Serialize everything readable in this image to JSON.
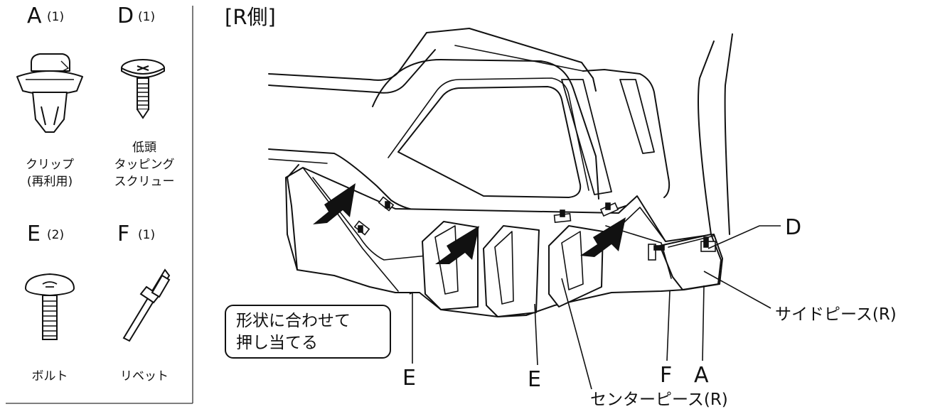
{
  "section_title": "[R側]",
  "parts": [
    {
      "letter": "A",
      "qty": "(1)",
      "label_lines": [
        "クリップ",
        "(再利用)"
      ]
    },
    {
      "letter": "D",
      "qty": "(1)",
      "label_lines": [
        "低頭",
        "タッピング",
        "スクリュー"
      ]
    },
    {
      "letter": "E",
      "qty": "(2)",
      "label_lines": [
        "ボルト"
      ]
    },
    {
      "letter": "F",
      "qty": "(1)",
      "label_lines": [
        "リベット"
      ]
    }
  ],
  "note_lines": [
    "形状に合わせて",
    "押し当てる"
  ],
  "callouts": {
    "d": "D",
    "side_piece": "サイドピース(R)",
    "e_left": "E",
    "e_mid": "E",
    "f": "F",
    "a": "A",
    "center_piece": "センターピース(R)"
  }
}
